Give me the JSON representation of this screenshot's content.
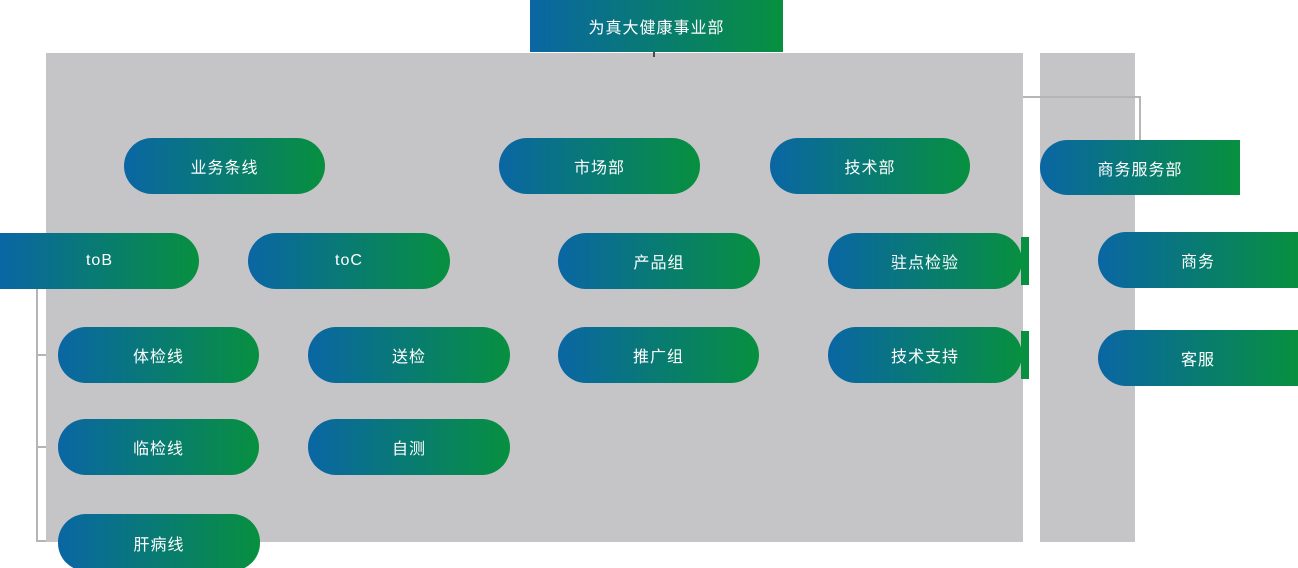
{
  "colors": {
    "node_gradient_start": "#0A66A4",
    "node_gradient_end": "#07903F",
    "panel_gray": "#C5C5C7",
    "connector_gray": "#B5B5B5",
    "stub_dark": "#4A4A4A",
    "text_white": "#FFFFFF"
  },
  "org": {
    "root": {
      "label": "为真大健康事业部"
    },
    "branches": [
      {
        "label": "业务条线",
        "children": [
          {
            "label": "toB",
            "children": [
              {
                "label": "体检线"
              },
              {
                "label": "临检线"
              },
              {
                "label": "肝病线"
              }
            ]
          },
          {
            "label": "toC",
            "children": [
              {
                "label": "送检"
              },
              {
                "label": "自测"
              }
            ]
          }
        ]
      },
      {
        "label": "市场部",
        "children": [
          {
            "label": "产品组"
          },
          {
            "label": "推广组"
          }
        ]
      },
      {
        "label": "技术部",
        "children": [
          {
            "label": "驻点检验"
          },
          {
            "label": "技术支持"
          }
        ]
      },
      {
        "label": "商务服务部",
        "children": [
          {
            "label": "商务"
          },
          {
            "label": "客服"
          }
        ]
      }
    ]
  }
}
